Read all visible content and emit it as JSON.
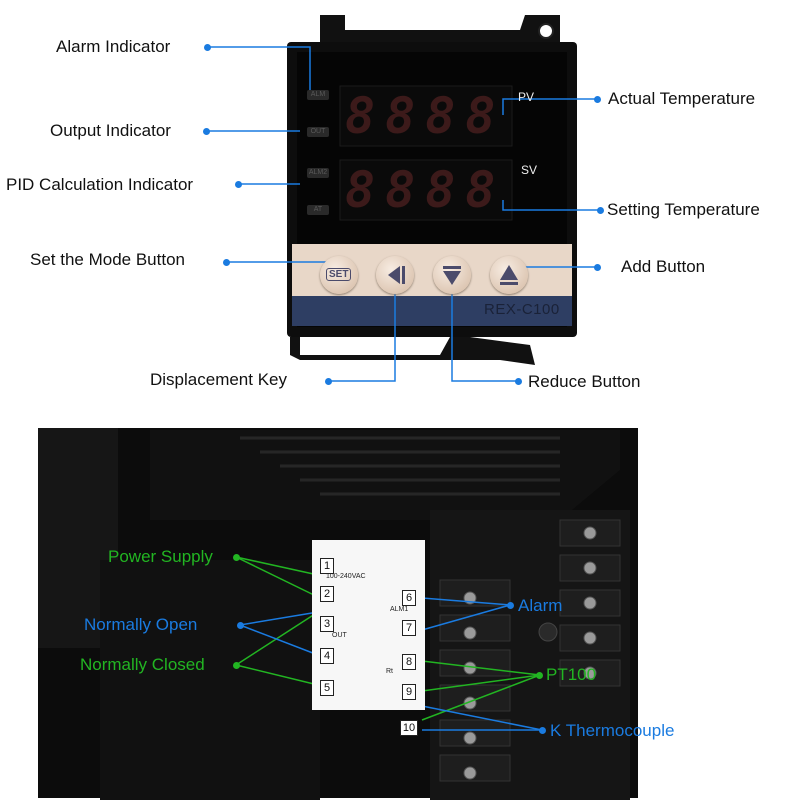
{
  "controller": {
    "model": "REX-C100",
    "pv_label": "PV",
    "sv_label": "SV",
    "pv_digits": "8888",
    "sv_digits": "8888",
    "set_button_label": "SET",
    "indicators": [
      "ALM",
      "OUT",
      "ALM2",
      "AT"
    ]
  },
  "front_labels": {
    "alarm_indicator": "Alarm Indicator",
    "output_indicator": "Output Indicator",
    "pid_indicator": "PID Calculation Indicator",
    "set_mode_button": "Set the Mode Button",
    "displacement_key": "Displacement Key",
    "actual_temperature": "Actual Temperature",
    "setting_temperature": "Setting Temperature",
    "add_button": "Add Button",
    "reduce_button": "Reduce Button"
  },
  "back_labels": {
    "power_supply": "Power Supply",
    "normally_open": "Normally Open",
    "normally_closed": "Normally Closed",
    "alarm": "Alarm",
    "pt100": "PT100",
    "k_thermocouple": "K Thermocouple"
  },
  "wiring_panel": {
    "voltage": "100-240VAC",
    "alm": "ALM1",
    "out": "OUT",
    "rt": "Rt",
    "terminals": [
      "1",
      "2",
      "3",
      "4",
      "5",
      "6",
      "7",
      "8",
      "9",
      "10"
    ]
  },
  "colors": {
    "callout_blue": "#1a7be0",
    "callout_green": "#22b522",
    "device_body": "#0d0d0d",
    "button_panel": "#e8d7c8",
    "brand_strip": "#2e3e63"
  }
}
